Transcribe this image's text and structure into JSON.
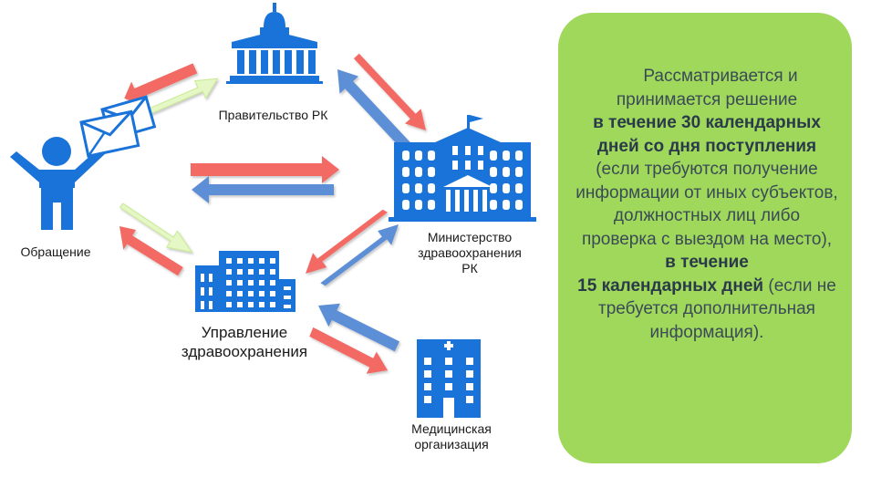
{
  "nodes": {
    "government": "Правительство РК",
    "citizen": "Обращение",
    "ministry_line1": "Министерство",
    "ministry_line2": "здравоохранения",
    "ministry_line3": "РК",
    "department_line1": "Управление",
    "department_line2": "здравоохранения",
    "medical_line1": "Медицинская",
    "medical_line2": "организация"
  },
  "info": {
    "part1": "Рассматривается и принимается решение",
    "bold1": "в течение 30 календарных дней со дня поступления",
    "part2": "(если требуются получение информации от иных субъектов, должностных лиц либо проверка с выездом на место),",
    "bold2a": "в течение",
    "bold2b": "15 календарных дней",
    "part3": "(если не требуется дополнительная информация)."
  },
  "colors": {
    "icon_blue": "#1a73d9",
    "arrow_red": "#f26b63",
    "arrow_blue": "#5b8fd6",
    "arrow_green": "#e4f7c5",
    "box_green": "#9fd85a"
  }
}
